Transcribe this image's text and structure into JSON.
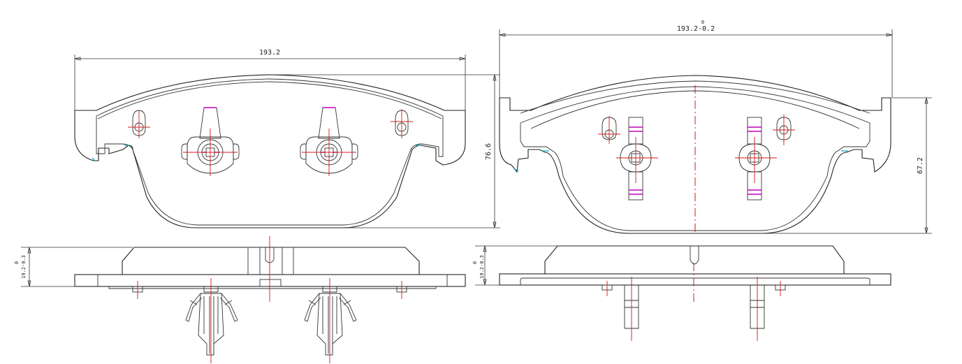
{
  "dimensions": {
    "left_width": "193.2",
    "left_height": "76.6",
    "right_width": "193.2-0.2",
    "right_width_upper_tol": "0",
    "right_height": "67.2",
    "left_thickness": "19.2-0.3",
    "left_thickness_upper_tol": "0",
    "right_thickness": "19.2-0.3",
    "right_thickness_upper_tol": "0"
  },
  "colors": {
    "outline": "#222222",
    "centerline": "#d01818",
    "sensor_mark": "#c000c0",
    "wear_mark": "#00a8b8"
  }
}
